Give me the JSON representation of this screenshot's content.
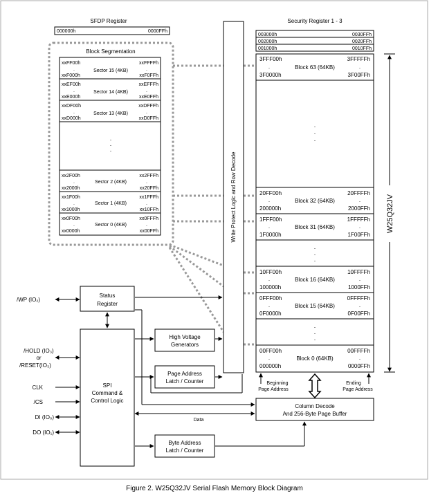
{
  "figure_caption": "Figure 2. W25Q32JV Serial Flash Memory Block Diagram",
  "sfdp": {
    "title": "SFDP Register",
    "start": "000000h",
    "end": "0000FFh"
  },
  "security": {
    "title": "Security Register 1 - 3",
    "rows": [
      {
        "start": "003000h",
        "end": "0030FFh"
      },
      {
        "start": "002000h",
        "end": "0020FFh"
      },
      {
        "start": "001000h",
        "end": "0010FFh"
      }
    ]
  },
  "block_segmentation": {
    "title": "Block Segmentation",
    "dots": ".",
    "top_sectors": [
      {
        "tl": "xxFF00h",
        "tr": "xxFFFFh",
        "bl": "xxF000h",
        "br": "xxF0FFh",
        "label": "Sector 15 (4KB)"
      },
      {
        "tl": "xxEF00h",
        "tr": "xxEFFFh",
        "bl": "xxE000h",
        "br": "xxE0FFh",
        "label": "Sector 14 (4KB)"
      },
      {
        "tl": "xxDF00h",
        "tr": "xxDFFFh",
        "bl": "xxD000h",
        "br": "xxD0FFh",
        "label": "Sector 13 (4KB)"
      }
    ],
    "bottom_sectors": [
      {
        "tl": "xx2F00h",
        "tr": "xx2FFFh",
        "bl": "xx2000h",
        "br": "xx20FFh",
        "label": "Sector 2 (4KB)"
      },
      {
        "tl": "xx1F00h",
        "tr": "xx1FFFh",
        "bl": "xx1000h",
        "br": "xx10FFh",
        "label": "Sector 1 (4KB)"
      },
      {
        "tl": "xx0F00h",
        "tr": "xx0FFFh",
        "bl": "xx0000h",
        "br": "xx00FFh",
        "label": "Sector 0 (4KB)"
      }
    ]
  },
  "write_protect_label": "Write Protect Logic and Row Decode",
  "chip_label": "W25Q32JV",
  "memory_blocks": [
    {
      "tl": "3FFF00h",
      "tr": "3FFFFFh",
      "bl": "3F0000h",
      "br": "3F00FFh",
      "label": "Block 63 (64KB)"
    },
    {
      "tl": "20FF00h",
      "tr": "20FFFFh",
      "bl": "200000h",
      "br": "2000FFh",
      "label": "Block 32 (64KB)"
    },
    {
      "tl": "1FFF00h",
      "tr": "1FFFFFh",
      "bl": "1F0000h",
      "br": "1F00FFh",
      "label": "Block 31 (64KB)"
    },
    {
      "tl": "10FF00h",
      "tr": "10FFFFh",
      "bl": "100000h",
      "br": "1000FFh",
      "label": "Block 16 (64KB)"
    },
    {
      "tl": "0FFF00h",
      "tr": "0FFFFFh",
      "bl": "0F0000h",
      "br": "0F00FFh",
      "label": "Block 15 (64KB)"
    },
    {
      "tl": "00FF00h",
      "tr": "00FFFFh",
      "bl": "000000h",
      "br": "0000FFh",
      "label": "Block 0 (64KB)"
    }
  ],
  "status_register": {
    "line1": "Status",
    "line2": "Register"
  },
  "high_voltage": {
    "line1": "High Voltage",
    "line2": "Generators"
  },
  "page_address": {
    "line1": "Page Address",
    "line2": "Latch / Counter"
  },
  "spi": {
    "line1": "SPI",
    "line2": "Command &",
    "line3": "Control Logic"
  },
  "column_decode": {
    "line1": "Column Decode",
    "line2": "And 256-Byte Page Buffer"
  },
  "byte_address": {
    "line1": "Byte Address",
    "line2": "Latch / Counter"
  },
  "beginning_page": {
    "line1": "Beginning",
    "line2": "Page Address"
  },
  "ending_page": {
    "line1": "Ending",
    "line2": "Page Address"
  },
  "data_label": "Data",
  "pins": {
    "wp": "/WP (IO₂)",
    "hold": "/HOLD (IO₃)",
    "or": "or",
    "reset": "/RESET(IO₃)",
    "clk": "CLK",
    "cs": "/CS",
    "di": "DI (IO₀)",
    "do": "DO (IO₁)"
  }
}
